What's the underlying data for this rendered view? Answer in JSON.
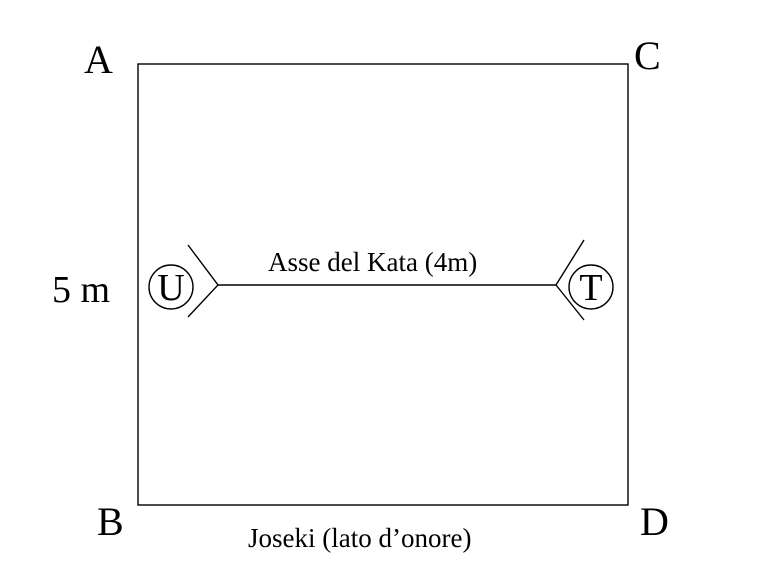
{
  "corners": {
    "top_left": "A",
    "top_right": "C",
    "bottom_left": "B",
    "bottom_right": "D"
  },
  "side_label": "5 m",
  "axis_label": "Asse del Kata (4m)",
  "left_marker": "U",
  "right_marker": "T",
  "bottom_label": "Joseki (lato d’onore)",
  "colors": {
    "line": "#000000",
    "background": "#ffffff"
  }
}
